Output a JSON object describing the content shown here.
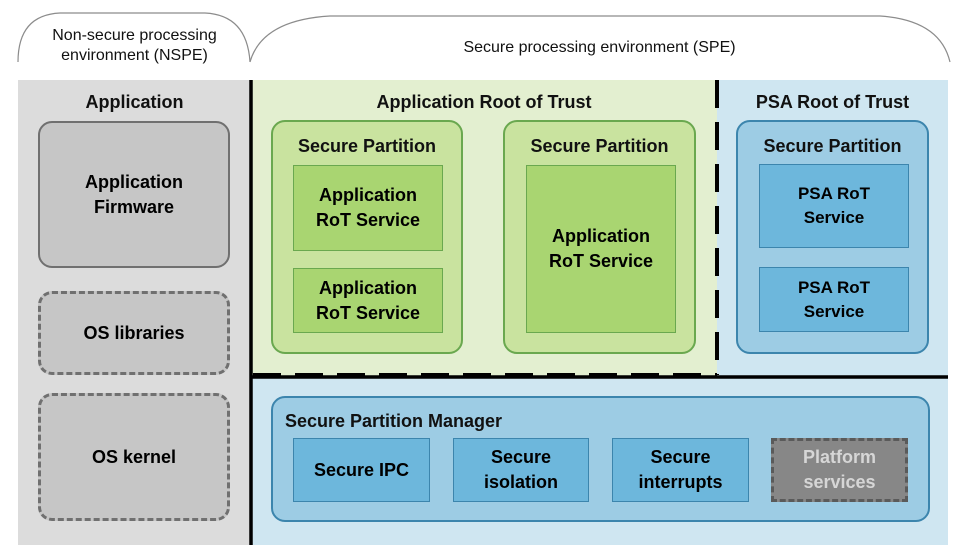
{
  "nspe": {
    "caption_line1": "Non-secure processing",
    "caption_line2": "environment (NSPE)",
    "title": "Application",
    "app_firmware_line1": "Application",
    "app_firmware_line2": "Firmware",
    "os_libraries": "OS libraries",
    "os_kernel": "OS kernel"
  },
  "spe": {
    "caption": "Secure processing environment (SPE)",
    "app_rot": {
      "title": "Application Root of Trust",
      "partition1": {
        "title": "Secure Partition",
        "service1_line1": "Application",
        "service1_line2": "RoT Service",
        "service2_line1": "Application",
        "service2_line2": "RoT Service"
      },
      "partition2": {
        "title": "Secure Partition",
        "service_line1": "Application",
        "service_line2": "RoT Service"
      }
    },
    "psa_rot": {
      "title": "PSA Root of Trust",
      "partition": {
        "title": "Secure Partition",
        "service1_line1": "PSA RoT",
        "service1_line2": "Service",
        "service2_line1": "PSA RoT",
        "service2_line2": "Service"
      }
    },
    "spm": {
      "title": "Secure Partition Manager",
      "ipc": "Secure IPC",
      "isolation_line1": "Secure",
      "isolation_line2": "isolation",
      "interrupts_line1": "Secure",
      "interrupts_line2": "interrupts",
      "platform_line1": "Platform",
      "platform_line2": "services"
    }
  },
  "colors": {
    "nspe_bg": "#dcdcdc",
    "gray_box": "#c6c6c6",
    "gray_border": "#707070",
    "spe_bg": "#cfe6f1",
    "app_rot_bg": "#e3efd0",
    "green_partition": "#c9e39f",
    "green_service": "#a9d571",
    "green_border": "#6aa84f",
    "blue_partition": "#9dcce4",
    "blue_service": "#6db7dc",
    "blue_border": "#3c85ad",
    "platform_bg": "#878787",
    "platform_text": "#d6d6d6"
  }
}
